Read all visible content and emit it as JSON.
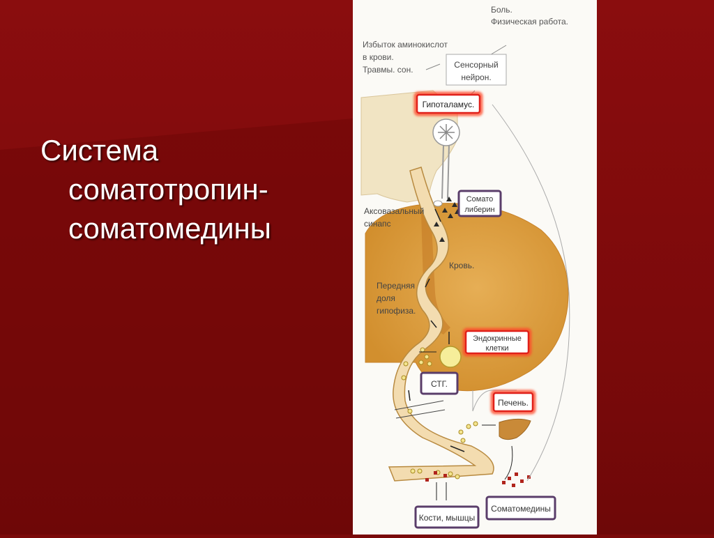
{
  "slide": {
    "title_line1": "Система",
    "title_line2": "соматотропин-",
    "title_line3": "соматомедины"
  },
  "diagram": {
    "pain_line1": "Боль.",
    "pain_line2": "Физическая работа.",
    "aa_line1": "Избыток аминокислот",
    "aa_line2": "в крови.",
    "aa_line3": "Травмы. сон.",
    "sensor_line1": "Сенсорный",
    "sensor_line2": "нейрон.",
    "hypothalamus": "Гипоталамус.",
    "somato_line1": "Сомато",
    "somato_line2": "либерин",
    "synapse_line1": "Аксовазальный",
    "synapse_line2": "синапс",
    "blood": "Кровь.",
    "lobe_line1": "Передняя",
    "lobe_line2": "доля",
    "lobe_line3": "гипофиза.",
    "endo_line1": "Эндокринные",
    "endo_line2": "клетки",
    "stg": "СТГ.",
    "liver": "Печень.",
    "somatomedins": "Соматомедины",
    "bones": "Кости, мышцы"
  },
  "colors": {
    "background": "#7c0a0b",
    "panel": "#fbfaf6",
    "gland": "#e0a545",
    "red_frame": "#e0201a",
    "purple_frame": "#5a3d6a"
  }
}
